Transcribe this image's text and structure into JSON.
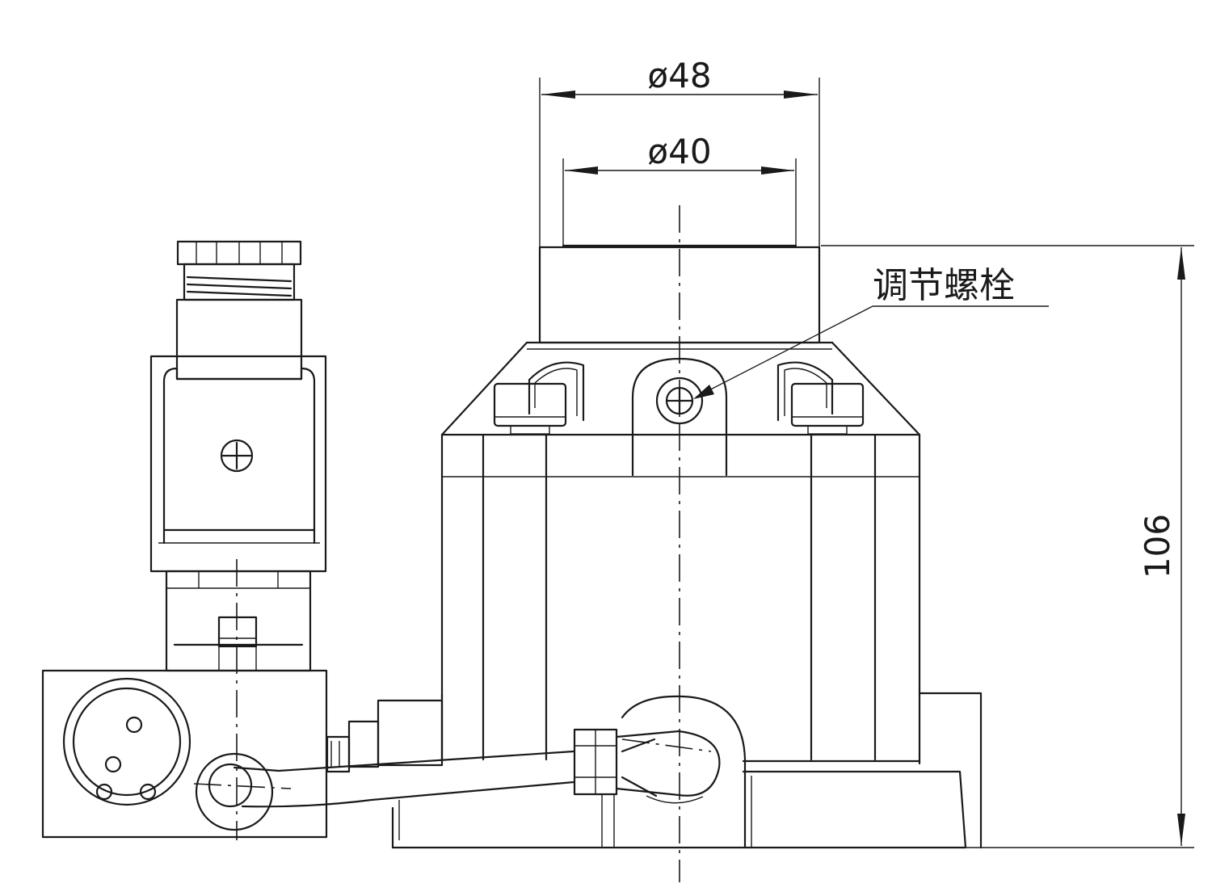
{
  "dimensions": {
    "outer_diameter": "ø48",
    "inner_diameter": "ø40",
    "height": "106"
  },
  "callout": {
    "label": "调节螺栓"
  }
}
